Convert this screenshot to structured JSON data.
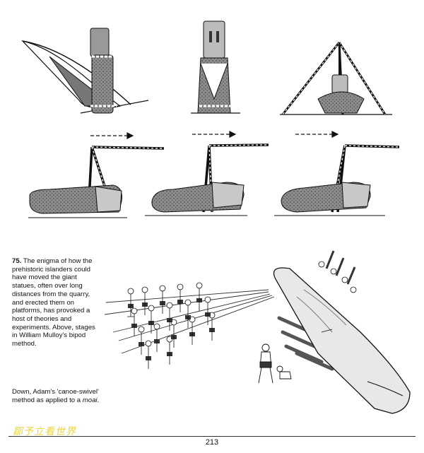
{
  "caption": {
    "number": "75.",
    "text": "The enigma of how the prehistoric islanders could have moved the giant statues, often over long distances from the quarry, and erected them on platforms, has provoked a host of theories and experiments. Above, stages in William Mulloy's bipod method.",
    "second_lead": "Down, Adam's 'canoe-swivel' method as applied to a ",
    "second_italic": "moai",
    "second_end": "."
  },
  "watermark": "鄒予立看世界",
  "page_number": "213",
  "colors": {
    "ink": "#111111",
    "stone": "#8a8a8a",
    "watermark": "#e8d640"
  }
}
